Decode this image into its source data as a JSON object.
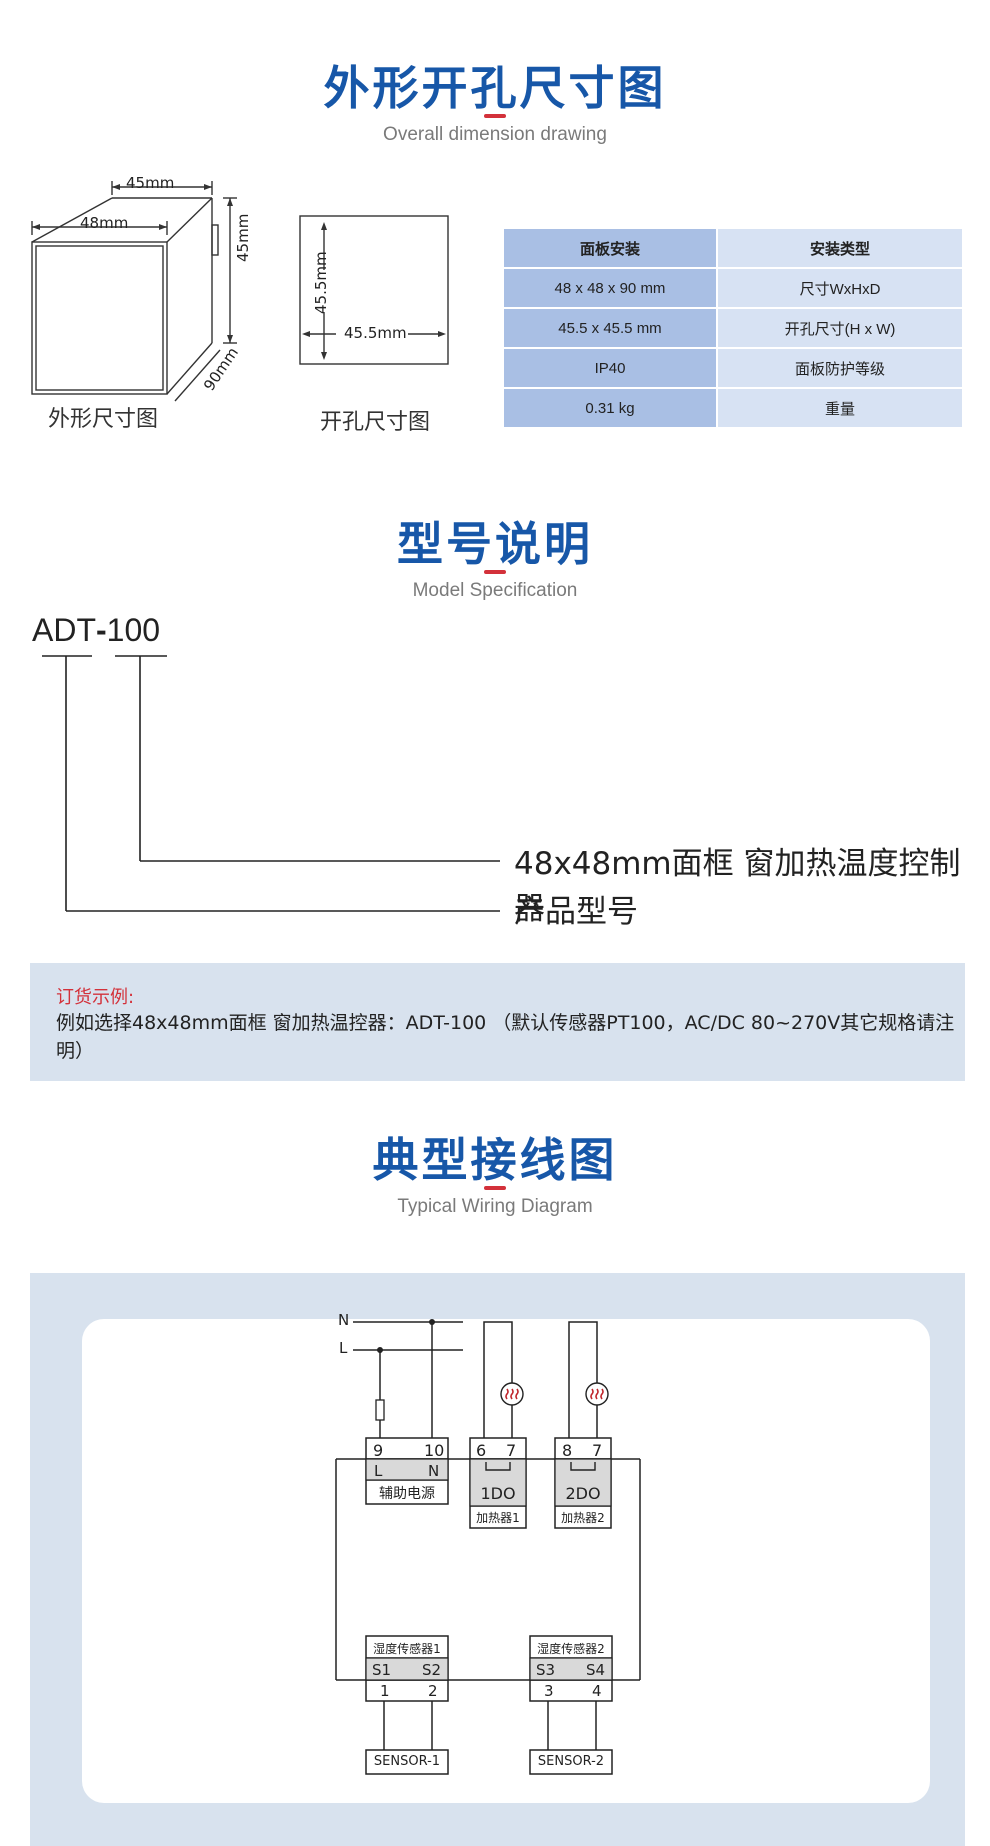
{
  "section1": {
    "title": "外形开孔尺寸图",
    "subtitle": "Overall dimension drawing",
    "outline": {
      "dim_top": "45mm",
      "dim_front": "48mm",
      "dim_side": "45mm",
      "dim_depth": "90mm",
      "caption": "外形尺寸图"
    },
    "cutout": {
      "dim_v": "45.5mm",
      "dim_h": "45.5mm",
      "caption": "开孔尺寸图"
    },
    "table": {
      "headers": [
        "面板安装",
        "安装类型"
      ],
      "rows": [
        [
          "48 x 48 x 90 mm",
          "尺寸WxHxD"
        ],
        [
          "45.5 x 45.5 mm",
          "开孔尺寸(H x W)"
        ],
        [
          "IP40",
          "面板防护等级"
        ],
        [
          "0.31 kg",
          "重量"
        ]
      ]
    }
  },
  "section2": {
    "title": "型号说明",
    "subtitle": "Model Specification",
    "model_prefix": "ADT",
    "model_dash": "-",
    "model_suffix": "100",
    "desc_1": "48x48mm面框  窗加热温度控制器",
    "desc_2": "产品型号"
  },
  "order": {
    "title": "订货示例:",
    "text": "例如选择48x48mm面框 窗加热温控器：ADT-100 （默认传感器PT100，AC/DC 80~270V其它规格请注明）"
  },
  "section3": {
    "title": "典型接线图",
    "subtitle": "Typical Wiring Diagram",
    "wiring": {
      "line_n": "N",
      "line_l": "L",
      "t9": "9",
      "t10": "10",
      "t6": "6",
      "t7a": "7",
      "t8": "8",
      "t7b": "7",
      "pin_l": "L",
      "pin_n": "N",
      "aux_power": "辅助电源",
      "do1": "1DO",
      "do2": "2DO",
      "heater1": "加热器1",
      "heater2": "加热器2",
      "hum1": "湿度传感器1",
      "hum2": "湿度传感器2",
      "s1": "S1",
      "s2": "S2",
      "s3": "S3",
      "s4": "S4",
      "t1": "1",
      "t2": "2",
      "t3": "3",
      "t4": "4",
      "sensor1": "SENSOR-1",
      "sensor2": "SENSOR-2"
    }
  }
}
